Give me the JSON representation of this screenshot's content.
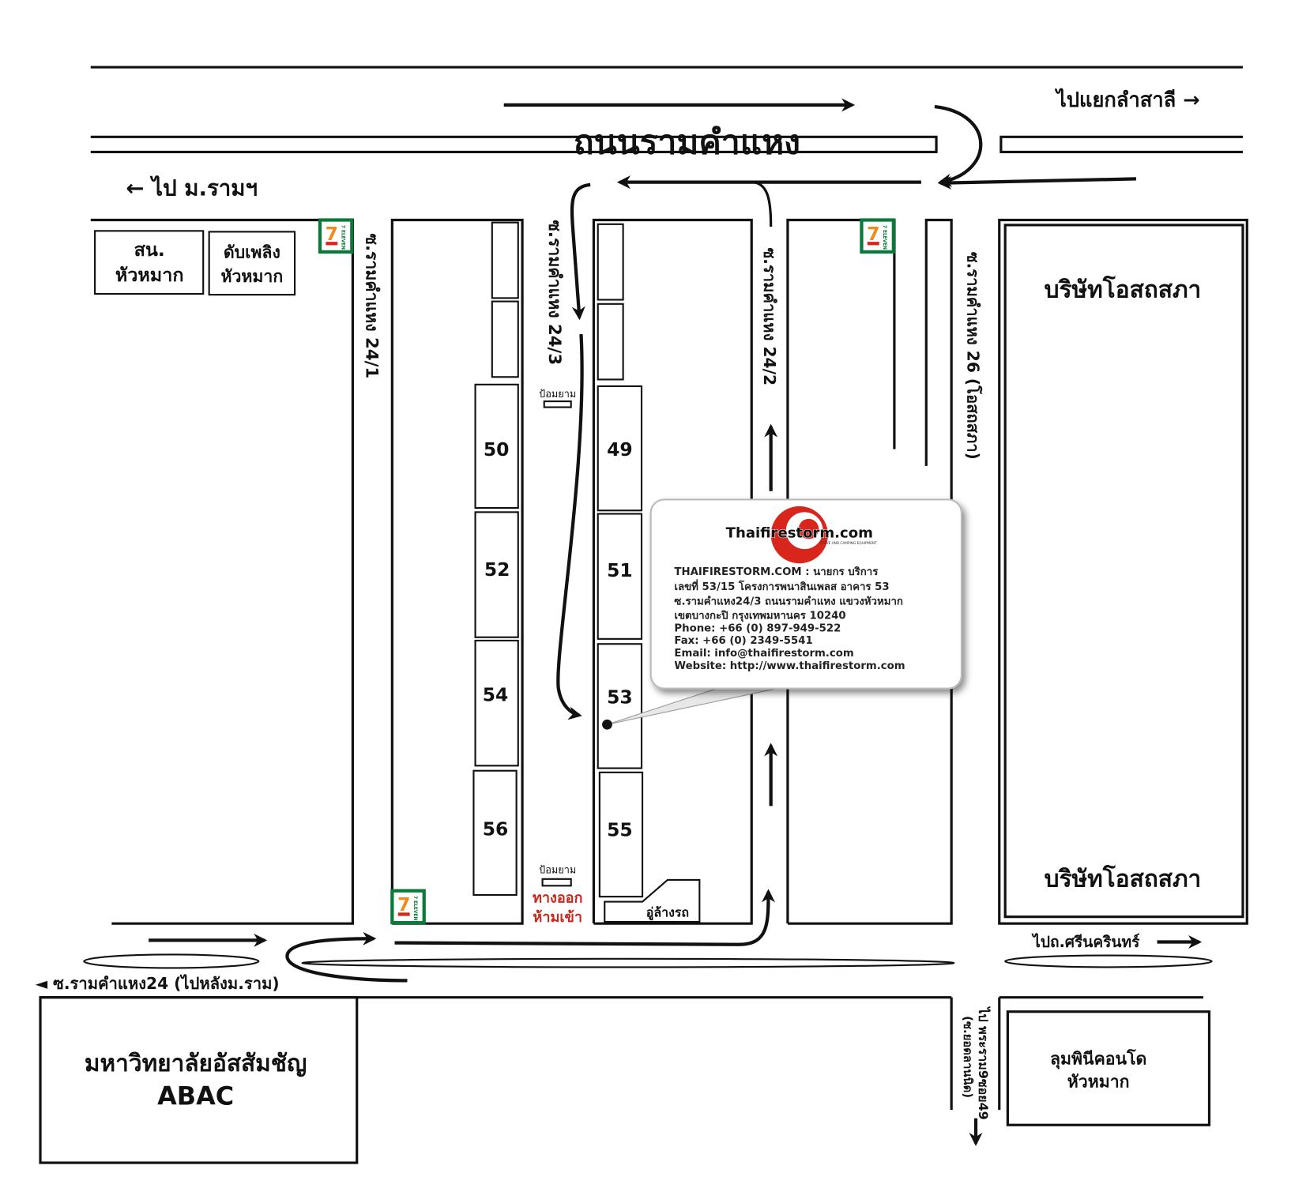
{
  "roads": {
    "main_road": "ถนนรามคำแหง",
    "to_lamsali": "ไปแยกลำสาลี",
    "to_ram_university": "ไป ม.รามฯ",
    "soi_24_1": "ซ.รามคำแหง 24/1",
    "soi_24_3": "ซ.รามคำแหง 24/3",
    "soi_24_2": "ซ.รามคำแหง 24/2",
    "soi_26": "ซ.รามคำแหง 26 (โอสถสภา)",
    "soi_24": "ซ.รามคำแหง24 (ไปหลังม.ราม)",
    "to_srinakarin": "ไปถ.ศรีนครินทร์",
    "to_rama9": "ไป พระราม9ซอย49",
    "to_rama9_sub": "(ซ.ยอดลานนิด)"
  },
  "places": {
    "police_l1": "สน.",
    "police_l2": "หัวหมาก",
    "fire_l1": "ดับเพลิง",
    "fire_l2": "หัวหมาก",
    "osotspa_top": "บริษัทโอสถสภา",
    "osotspa_bottom": "บริษัทโอสถสภา",
    "abac_l1": "มหาวิทยาลัยอัสสัมชัญ",
    "abac_l2": "ABAC",
    "lumpini_l1": "ลุมพินีคอนโด",
    "lumpini_l2": "หัวหมาก",
    "guard_top": "ป้อมยาม",
    "guard_bottom": "ป้อมยาม",
    "exit_l1": "ทางออก",
    "exit_l2": "ห้ามเข้า",
    "car_wash": "อู่ล้างรถ",
    "seven_eleven": "7 ELEVEN"
  },
  "buildings": {
    "left": [
      "50",
      "52",
      "54",
      "56"
    ],
    "right": [
      "49",
      "51",
      "53",
      "55"
    ]
  },
  "card": {
    "logo": "Thaifirestorm.com",
    "logo_sub": "STOVE AND CAMPING EQUIPMENT",
    "line1": "THAIFIRESTORM.COM : นายกร บริการ",
    "line2": "เลขที่ 53/15 โครงการพนาสินเพลส อาคาร 53",
    "line3": "ซ.รามคำแหง24/3 ถนนรามคำแหง แขวงหัวหมาก",
    "line4": "เขตบางกะปิ กรุงเทพมหานคร 10240",
    "phone": "Phone: +66 (0) 897-949-522",
    "fax": "Fax: +66 (0) 2349-5541",
    "email": "Email: info@thaifirestorm.com",
    "website": "Website: http://www.thaifirestorm.com"
  },
  "colors": {
    "exit_text": "#c8281e",
    "seven_green": "#0a7a3a",
    "seven_orange": "#f08a1c",
    "seven_red": "#d8261c",
    "logo_red": "#d8261c"
  }
}
